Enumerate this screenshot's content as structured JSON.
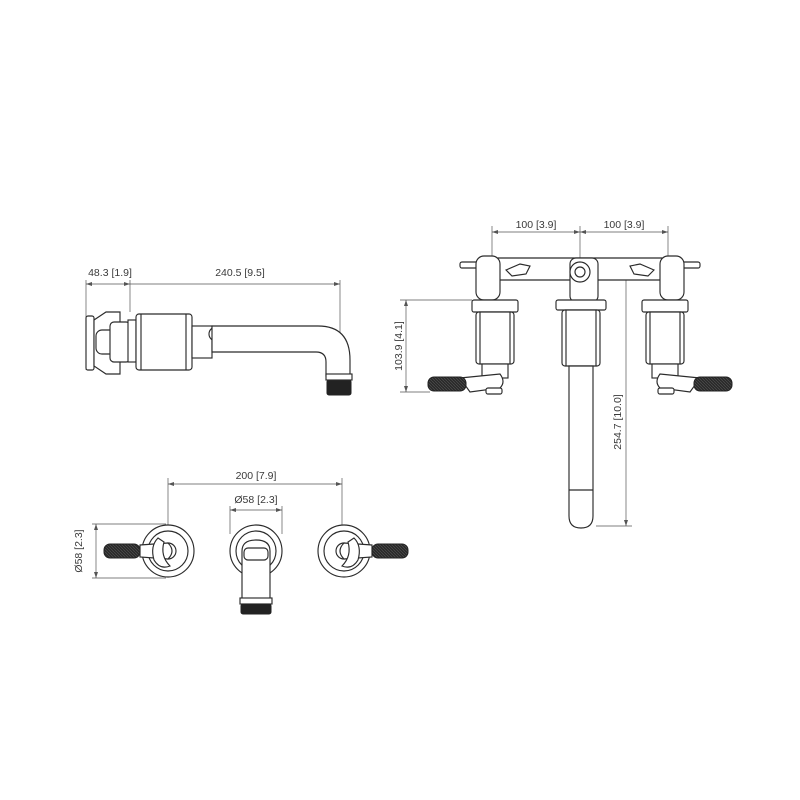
{
  "dimensions": {
    "side_depth": "48.3 [1.9]",
    "side_spout_reach": "240.5 [9.5]",
    "front_left_spacing": "100 [3.9]",
    "front_right_spacing": "100 [3.9]",
    "front_body_height": "103.9 [4.1]",
    "front_total_height": "254.7 [10.0]",
    "top_total_width": "200 [7.9]",
    "top_spout_flange": "Ø58 [2.3]",
    "top_handle_flange": "Ø58 [2.3]"
  }
}
